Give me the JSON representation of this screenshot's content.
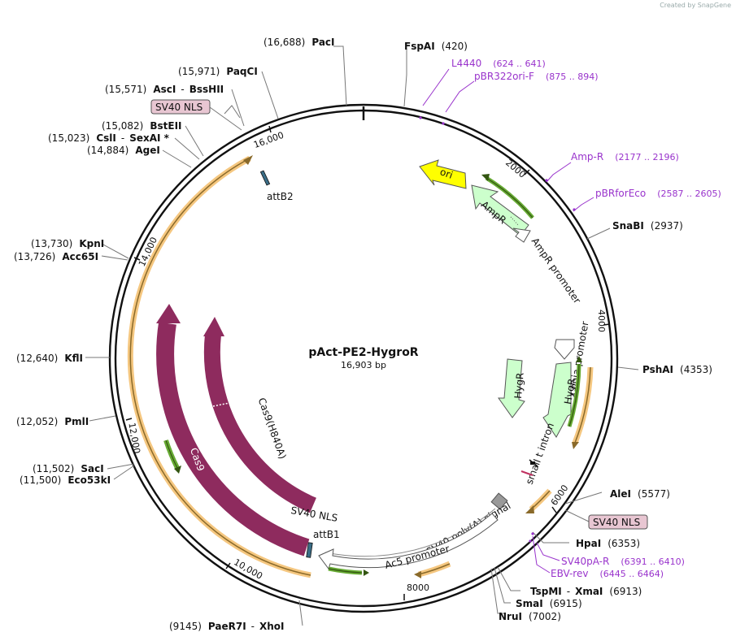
{
  "watermark": "Created by SnapGene",
  "plasmid": {
    "name": "pAct-PE2-HygroR",
    "length_label": "16,903 bp"
  },
  "ticks": [
    "16,000",
    "2000",
    "4000",
    "6000",
    "8000",
    "10,000",
    "12,000",
    "14,000"
  ],
  "sites": [
    {
      "id": "paci",
      "pos": "(16,688)",
      "name": "PacI"
    },
    {
      "id": "fspai",
      "pos": "(420)",
      "name": "FspAI"
    },
    {
      "id": "paqci",
      "pos": "(15,971)",
      "name": "PaqCI"
    },
    {
      "id": "asci",
      "pos": "(15,571)",
      "name": "AscI",
      "name2": "BssHII"
    },
    {
      "id": "bsteii",
      "pos": "(15,082)",
      "name": "BstEII"
    },
    {
      "id": "csli",
      "pos": "(15,023)",
      "name": "CslI",
      "name2": "SexAI *"
    },
    {
      "id": "agei",
      "pos": "(14,884)",
      "name": "AgeI"
    },
    {
      "id": "kpni",
      "pos": "(13,730)",
      "name": "KpnI"
    },
    {
      "id": "acc65i",
      "pos": "(13,726)",
      "name": "Acc65I"
    },
    {
      "id": "kfli",
      "pos": "(12,640)",
      "name": "KflI"
    },
    {
      "id": "pmli",
      "pos": "(12,052)",
      "name": "PmlI"
    },
    {
      "id": "saci",
      "pos": "(11,502)",
      "name": "SacI"
    },
    {
      "id": "eco53ki",
      "pos": "(11,500)",
      "name": "Eco53kI"
    },
    {
      "id": "paer7i",
      "pos": "(9145)",
      "name": "PaeR7I",
      "name2": "XhoI"
    },
    {
      "id": "snabi",
      "pos": "(2937)",
      "name": "SnaBI"
    },
    {
      "id": "pshai",
      "pos": "(4353)",
      "name": "PshAI"
    },
    {
      "id": "alei",
      "pos": "(5577)",
      "name": "AleI"
    },
    {
      "id": "hpai",
      "pos": "(6353)",
      "name": "HpaI"
    },
    {
      "id": "tspmi",
      "pos": "(6913)",
      "name": "TspMI",
      "name2": "XmaI"
    },
    {
      "id": "smai",
      "pos": "(6915)",
      "name": "SmaI"
    },
    {
      "id": "nrui",
      "pos": "(7002)",
      "name": "NruI"
    }
  ],
  "primers": [
    {
      "id": "l4440",
      "name": "L4440",
      "range": "(624 .. 641)"
    },
    {
      "id": "pbr322",
      "name": "pBR322ori-F",
      "range": "(875 .. 894)"
    },
    {
      "id": "ampr",
      "name": "Amp-R",
      "range": "(2177 .. 2196)"
    },
    {
      "id": "pbrfor",
      "name": "pBRforEco",
      "range": "(2587 .. 2605)"
    },
    {
      "id": "sv40pa",
      "name": "SV40pA-R",
      "range": "(6391 .. 6410)"
    },
    {
      "id": "ebvrev",
      "name": "EBV-rev",
      "range": "(6445 .. 6464)"
    }
  ],
  "boxed": [
    {
      "id": "sv40nls_top",
      "text": "SV40 NLS"
    },
    {
      "id": "sv40nls_right",
      "text": "SV40 NLS"
    }
  ],
  "features": {
    "ori": "ori",
    "ampr": "AmpR",
    "ampr_promoter": "AmpR promoter",
    "copia": "copia promoter",
    "hygr_a": "HygR",
    "hygr_b": "HygR",
    "small_t": "small t intron",
    "sv40polya": "SV40 poly(A) signal",
    "ac5": "Ac5 promoter",
    "cas9": "Cas9",
    "cas9h840a": "Cas9(H840A)",
    "sv40nls_inner": "SV40 NLS",
    "attb1": "attB1",
    "attb2": "attB2"
  },
  "colors": {
    "cas9": "#8e2b5e",
    "ampr": "#ccffcc",
    "ori": "#ffff00",
    "primer": "#9933cc",
    "orf": "#f5c780",
    "orf_dark": "#8a6a2a"
  }
}
